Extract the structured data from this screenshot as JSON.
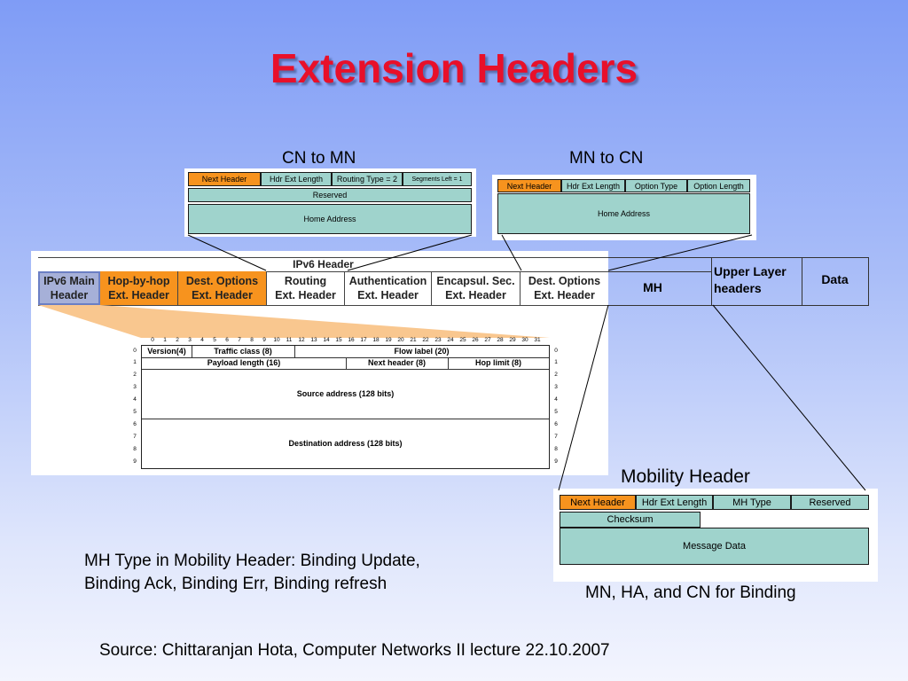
{
  "title": "Extension Headers",
  "labels": {
    "cn_to_mn": "CN to MN",
    "mn_to_cn": "MN to CN",
    "mobility_header": "Mobility Header",
    "mh_type_line1": "MH Type in Mobility Header: Binding Update,",
    "mh_type_line2": "Binding Ack, Binding Err, Binding refresh",
    "binding": "MN, HA, and CN for Binding",
    "source": "Source: Chittaranjan Hota, Computer Networks II lecture 22.10.2007"
  },
  "cn_to_mn_box": {
    "next_header": "Next Header",
    "hdr_ext_length": "Hdr Ext Length",
    "routing_type": "Routing Type = 2",
    "segments_left": "Segments Left = 1",
    "reserved": "Reserved",
    "home_address": "Home Address"
  },
  "mn_to_cn_box": {
    "next_header": "Next Header",
    "hdr_ext_length": "Hdr Ext Length",
    "option_type": "Option Type",
    "option_length": "Option Length",
    "home_address": "Home Address"
  },
  "ipv6_chain": {
    "header_title": "IPv6 Header",
    "cells": [
      {
        "line1": "IPv6 Main",
        "line2": "Header"
      },
      {
        "line1": "Hop-by-hop",
        "line2": "Ext. Header"
      },
      {
        "line1": "Dest. Options",
        "line2": "Ext. Header"
      },
      {
        "line1": "Routing",
        "line2": "Ext. Header"
      },
      {
        "line1": "Authentication",
        "line2": "Ext. Header"
      },
      {
        "line1": "Encapsul. Sec.",
        "line2": "Ext. Header"
      },
      {
        "line1": "Dest. Options",
        "line2": "Ext. Header"
      }
    ],
    "mh": "MH",
    "upper_layer_1": "Upper Layer",
    "upper_layer_2": "headers",
    "data": "Data"
  },
  "ipv6_format": {
    "bit_numbers": [
      "0",
      "1",
      "2",
      "3",
      "4",
      "5",
      "6",
      "7",
      "8",
      "9",
      "10",
      "11",
      "12",
      "13",
      "14",
      "15",
      "16",
      "17",
      "18",
      "19",
      "20",
      "21",
      "22",
      "23",
      "24",
      "25",
      "26",
      "27",
      "28",
      "29",
      "30",
      "31"
    ],
    "row_numbers": [
      "0",
      "1",
      "2",
      "3",
      "4",
      "5",
      "6",
      "7",
      "8",
      "9"
    ],
    "version": "Version(4)",
    "traffic_class": "Traffic class (8)",
    "flow_label": "Flow label (20)",
    "payload_length": "Payload length (16)",
    "next_header": "Next header (8)",
    "hop_limit": "Hop limit (8)",
    "source_address": "Source address (128 bits)",
    "destination_address": "Destination address (128 bits)"
  },
  "mobility_box": {
    "next_header": "Next Header",
    "hdr_ext_length": "Hdr Ext Length",
    "mh_type": "MH Type",
    "reserved": "Reserved",
    "checksum": "Checksum",
    "message_data": "Message Data"
  },
  "colors": {
    "title": "#e8102a",
    "orange_field": "#f7931e",
    "teal_field": "#9fd3cc",
    "main_header_cell": "#a6b0d8",
    "hop_cell": "#f7931e",
    "highlight_fan": "#f9c78f"
  }
}
